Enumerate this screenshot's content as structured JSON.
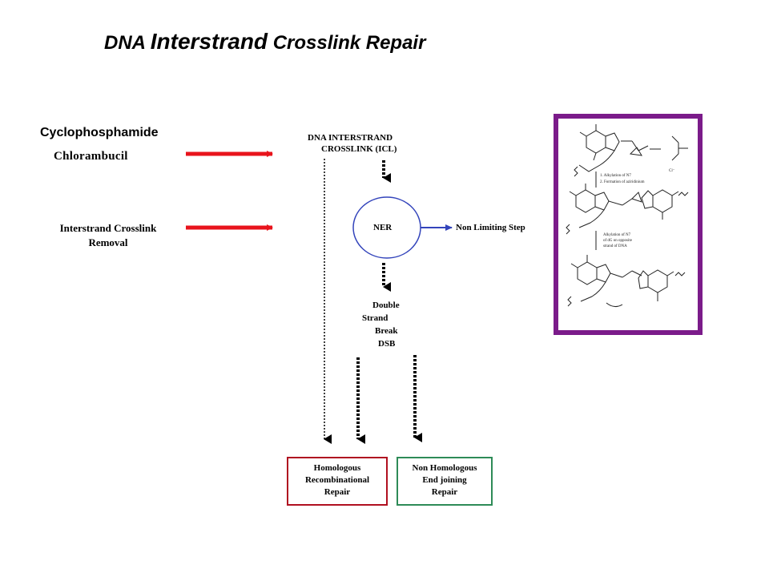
{
  "slide": {
    "title_part1": "DNA ",
    "title_part2": "Interstrand",
    "title_part3": " Crosslink Repair"
  },
  "left": {
    "drug1": "Cyclophosphamide",
    "drug2": "Chlorambucil",
    "process_line1": "Interstrand Crosslink",
    "process_line2": "Removal"
  },
  "flow": {
    "icl_line1": "DNA INTERSTRAND",
    "icl_line2": "CROSSLINK  (ICL)",
    "ner": "NER",
    "non_limiting": "Non Limiting Step",
    "dsb_lines": [
      "Double",
      "Strand",
      "Break",
      "DSB"
    ],
    "hr_lines": [
      "Homologous",
      "Recombinational",
      "Repair"
    ],
    "nhej_lines": [
      "Non Homologous",
      "End joining",
      "Repair"
    ]
  },
  "figure": {
    "step1": "1. Alkylation of N7",
    "step2": "2. Formation of aziridinium",
    "step3_line1": "Alkylation of N7",
    "step3_line2": "of dG on opposite",
    "step3_line3": "strand of DNA",
    "chloride": "Cl⁻"
  },
  "colors": {
    "red_arrow": "#e8141c",
    "blue_arrow": "#3344bb",
    "frame": "#7b1b8a",
    "hr_border": "#b01020",
    "nhej_border": "#2e8b57"
  }
}
